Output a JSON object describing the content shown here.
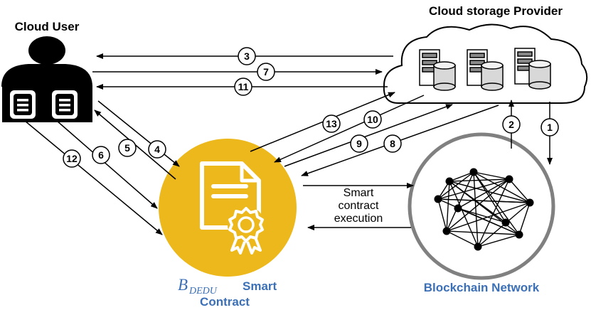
{
  "labels": {
    "cloud_user": "Cloud User",
    "cloud_provider": "Cloud storage Provider",
    "contract_math": "B",
    "contract_math_sub": "DEDU",
    "contract_smart": "Smart",
    "contract_word": "Contract",
    "blockchain": "Blockchain Network",
    "exec_line1": "Smart",
    "exec_line2": "contract",
    "exec_line3": "execution"
  },
  "steps": [
    "1",
    "2",
    "3",
    "4",
    "5",
    "6",
    "7",
    "8",
    "9",
    "10",
    "11",
    "12",
    "13"
  ],
  "colors": {
    "contract_gold": "#ecb81c",
    "blockchain_ring": "#808080",
    "caption_blue": "#3b6fb6"
  },
  "icons": {
    "user": "person-icon",
    "documents": "document-icon",
    "cloud": "cloud-icon",
    "servers": "server-icon",
    "certificate": "certificate-icon",
    "network": "network-icon"
  }
}
